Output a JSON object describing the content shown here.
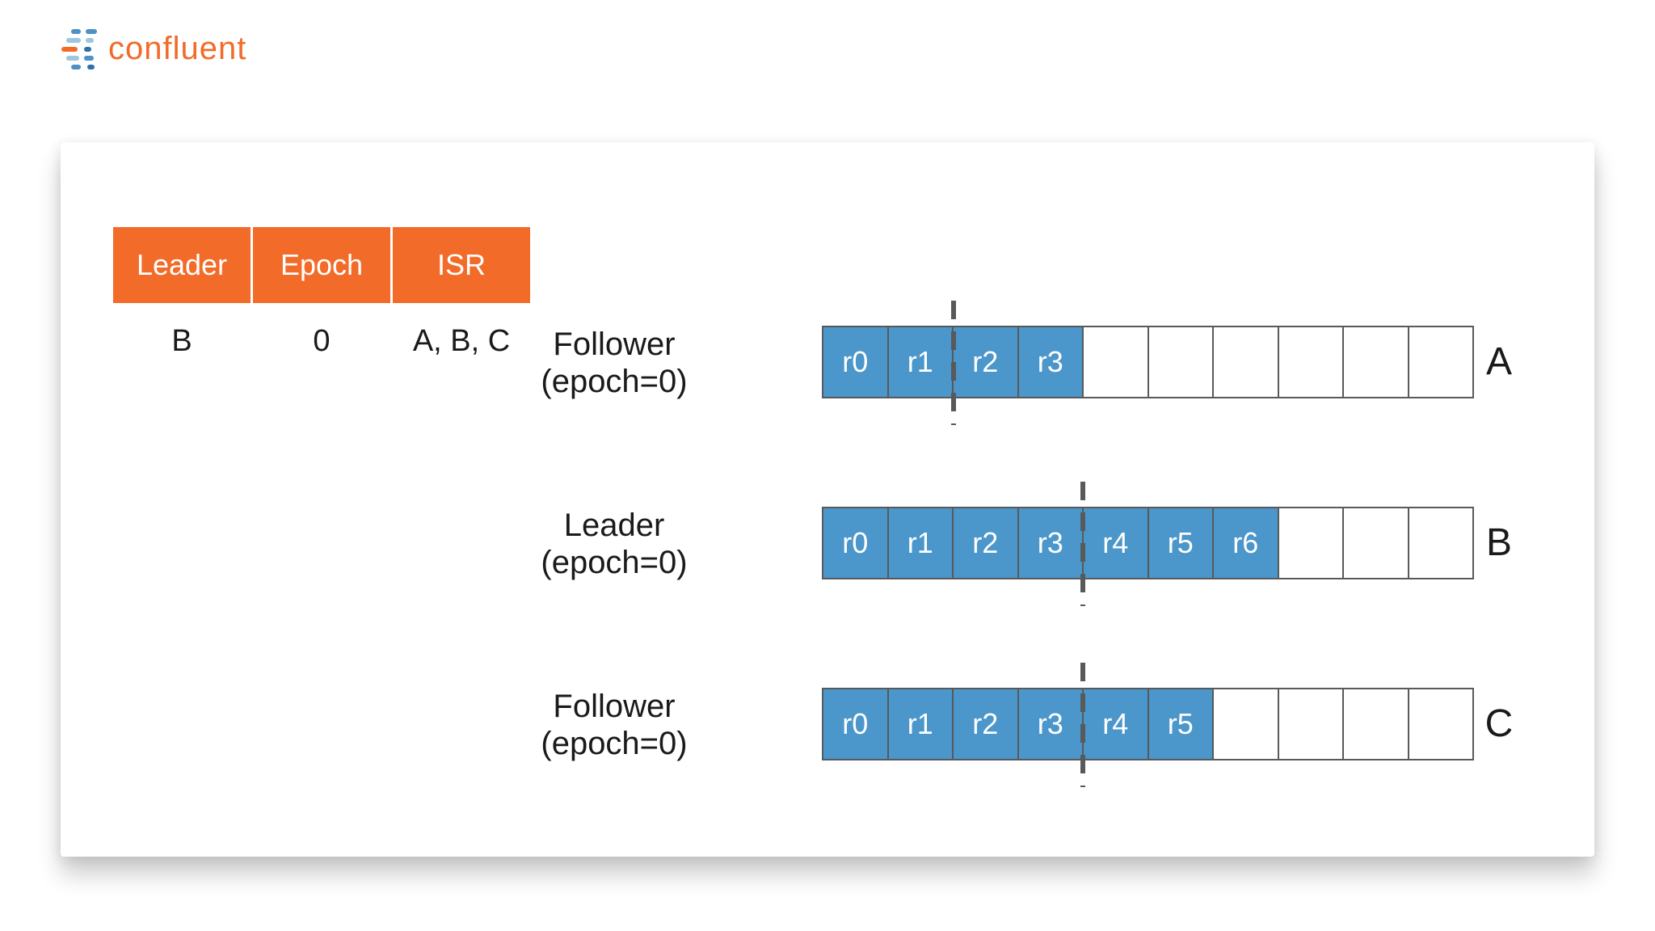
{
  "logo": {
    "text": "confluent",
    "color": "#F26B29",
    "icon_colors": {
      "orange": "#F26B29",
      "steel_blue": "#4E91C4",
      "dark_blue": "#2E71A8",
      "light_blue": "#9DC6E0"
    }
  },
  "table": {
    "headers": [
      "Leader",
      "Epoch",
      "ISR"
    ],
    "row": [
      "B",
      "0",
      "A, B, C"
    ],
    "header_bg": "#F26B29",
    "header_text_color": "#ffffff"
  },
  "diagram": {
    "total_slots": 10,
    "filled_color": "#4B96CA",
    "border_color": "#58595B",
    "watermark_color": "#58595B",
    "replicas": [
      {
        "role": "Follower",
        "epoch_label": "(epoch=0)",
        "broker": "A",
        "records": [
          "r0",
          "r1",
          "r2",
          "r3"
        ],
        "watermark_after": 2
      },
      {
        "role": "Leader",
        "epoch_label": "(epoch=0)",
        "broker": "B",
        "records": [
          "r0",
          "r1",
          "r2",
          "r3",
          "r4",
          "r5",
          "r6"
        ],
        "watermark_after": 4
      },
      {
        "role": "Follower",
        "epoch_label": "(epoch=0)",
        "broker": "C",
        "records": [
          "r0",
          "r1",
          "r2",
          "r3",
          "r4",
          "r5"
        ],
        "watermark_after": 4
      }
    ]
  }
}
